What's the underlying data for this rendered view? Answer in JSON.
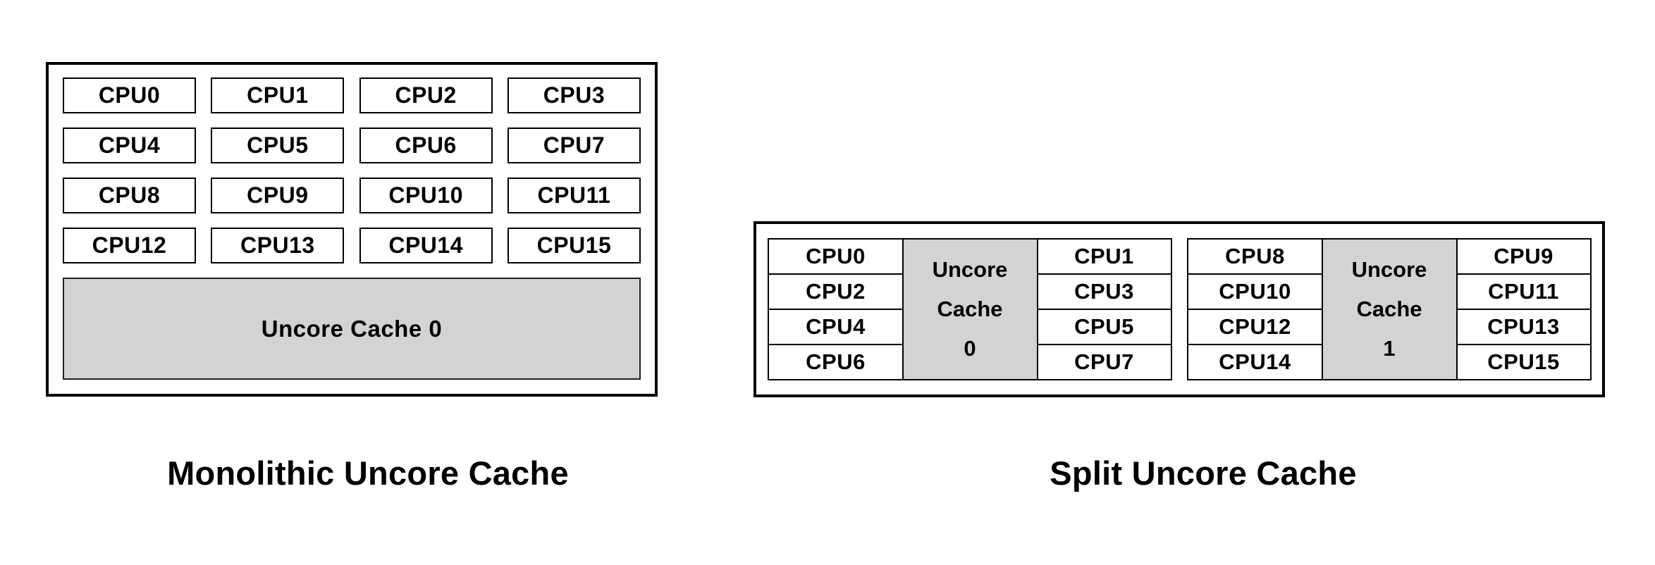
{
  "monolithic": {
    "caption": "Monolithic Uncore Cache",
    "cpus": [
      "CPU0",
      "CPU1",
      "CPU2",
      "CPU3",
      "CPU4",
      "CPU5",
      "CPU6",
      "CPU7",
      "CPU8",
      "CPU9",
      "CPU10",
      "CPU11",
      "CPU12",
      "CPU13",
      "CPU14",
      "CPU15"
    ],
    "cache_label": "Uncore Cache 0"
  },
  "split": {
    "caption": "Split Uncore Cache",
    "groups": [
      {
        "left_cpus": [
          "CPU0",
          "CPU2",
          "CPU4",
          "CPU6"
        ],
        "cache_lines": [
          "Uncore",
          "Cache",
          "0"
        ],
        "right_cpus": [
          "CPU1",
          "CPU3",
          "CPU5",
          "CPU7"
        ]
      },
      {
        "left_cpus": [
          "CPU8",
          "CPU10",
          "CPU12",
          "CPU14"
        ],
        "cache_lines": [
          "Uncore",
          "Cache",
          "1"
        ],
        "right_cpus": [
          "CPU9",
          "CPU11",
          "CPU13",
          "CPU15"
        ]
      }
    ]
  },
  "colors": {
    "cache_fill": "#d3d3d3",
    "line": "#000000",
    "canvas_bg": "#ffffff"
  }
}
